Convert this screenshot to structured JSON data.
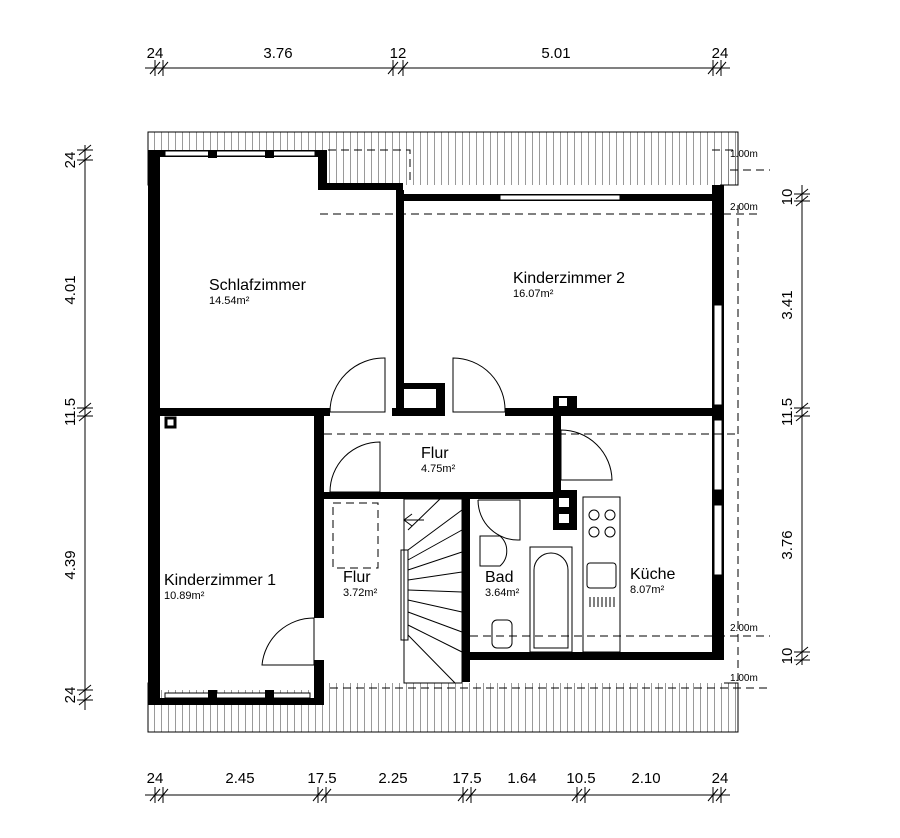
{
  "dimensions": {
    "top": [
      "24",
      "3.76",
      "12",
      "5.01",
      "24"
    ],
    "bottom": [
      "24",
      "2.45",
      "17.5",
      "2.25",
      "17.5",
      "1.64",
      "10.5",
      "2.10",
      "24"
    ],
    "left": [
      "24",
      "4.01",
      "11.5",
      "4.39",
      "24"
    ],
    "right": [
      "10",
      "3.41",
      "11.5",
      "3.76",
      "10"
    ]
  },
  "height_markers": [
    "1.00m",
    "2.00m",
    "2.00m",
    "1.00m"
  ],
  "rooms": [
    {
      "name": "Schlafzimmer",
      "area": "14.54m²"
    },
    {
      "name": "Kinderzimmer 2",
      "area": "16.07m²"
    },
    {
      "name": "Flur",
      "area": "4.75m²"
    },
    {
      "name": "Kinderzimmer 1",
      "area": "10.89m²"
    },
    {
      "name": "Flur",
      "area": "3.72m²"
    },
    {
      "name": "Bad",
      "area": "3.64m²"
    },
    {
      "name": "Küche",
      "area": "8.07m²"
    }
  ]
}
